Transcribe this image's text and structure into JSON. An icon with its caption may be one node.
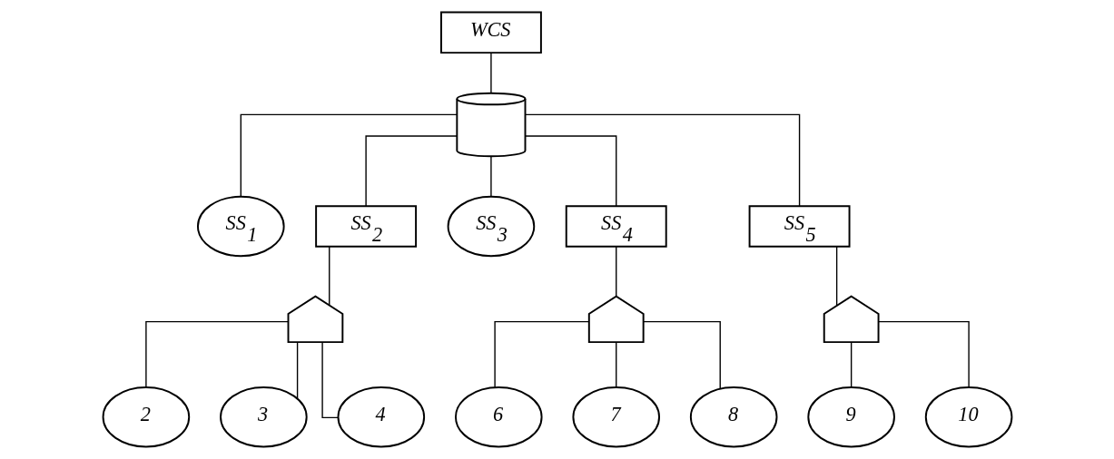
{
  "diagram": {
    "nodes": [
      {
        "text": [
          "WCS"
        ]
      },
      {
        "text": [],
        "shape": "gate"
      },
      {
        "text": [
          "SS$_{1}$"
        ]
      },
      {
        "text": [
          "SS$_{2}$"
        ]
      },
      {
        "text": [
          "SS$_{3}$"
        ]
      },
      {
        "text": [
          "SS$_{4}$"
        ]
      },
      {
        "text": [
          "SS$_{5}$"
        ]
      },
      {
        "text": [],
        "shape": "gate"
      },
      {
        "text": [],
        "shape": "gate"
      },
      {
        "text": [],
        "shape": "gate"
      },
      {
        "text": [
          "2"
        ]
      },
      {
        "text": [
          "3"
        ]
      },
      {
        "text": [
          "4"
        ]
      },
      {
        "text": [
          "6"
        ]
      },
      {
        "text": [
          "7"
        ]
      },
      {
        "text": [
          "8"
        ]
      },
      {
        "text": [
          "9"
        ]
      },
      {
        "text": [
          "10"
        ]
      }
    ],
    "edges": [
      {
        "from": 0,
        "to": 1,
        "arrow": "none"
      },
      {
        "from": 1,
        "to": 2,
        "arrow": "none"
      },
      {
        "from": 1,
        "to": 3,
        "arrow": "none"
      },
      {
        "from": 1,
        "to": 4,
        "arrow": "none"
      },
      {
        "from": 1,
        "to": 5,
        "arrow": "none"
      },
      {
        "from": 1,
        "to": 6,
        "arrow": "none"
      },
      {
        "from": 3,
        "to": 7,
        "arrow": "none"
      },
      {
        "from": 5,
        "to": 8,
        "arrow": "none"
      },
      {
        "from": 6,
        "to": 9,
        "arrow": "none"
      },
      {
        "from": 7,
        "to": 10,
        "arrow": "none"
      },
      {
        "from": 7,
        "to": 11,
        "arrow": "none"
      },
      {
        "from": 7,
        "to": 12,
        "arrow": "none"
      },
      {
        "from": 8,
        "to": 13,
        "arrow": "none"
      },
      {
        "from": 8,
        "to": 14,
        "arrow": "none"
      },
      {
        "from": 8,
        "to": 15,
        "arrow": "none"
      },
      {
        "from": 9,
        "to": 16,
        "arrow": "none"
      },
      {
        "from": 9,
        "to": 17,
        "arrow": "none"
      }
    ]
  }
}
